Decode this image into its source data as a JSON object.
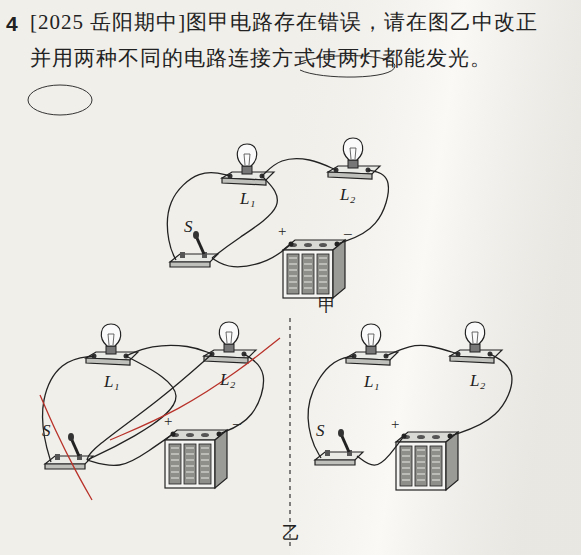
{
  "diagram": {
    "labels": [
      "4",
      "[2025 岳阳期中]图甲电路存在错误，请在图乙中改正并用两种不同的电路连接方式使两灯都能发光。",
      "L₁",
      "L₂",
      "S",
      "+",
      "−",
      "甲",
      "L₁",
      "L₂",
      "S",
      "+",
      "−",
      "L₁",
      "L₂",
      "S",
      "+",
      "乙"
    ]
  }
}
